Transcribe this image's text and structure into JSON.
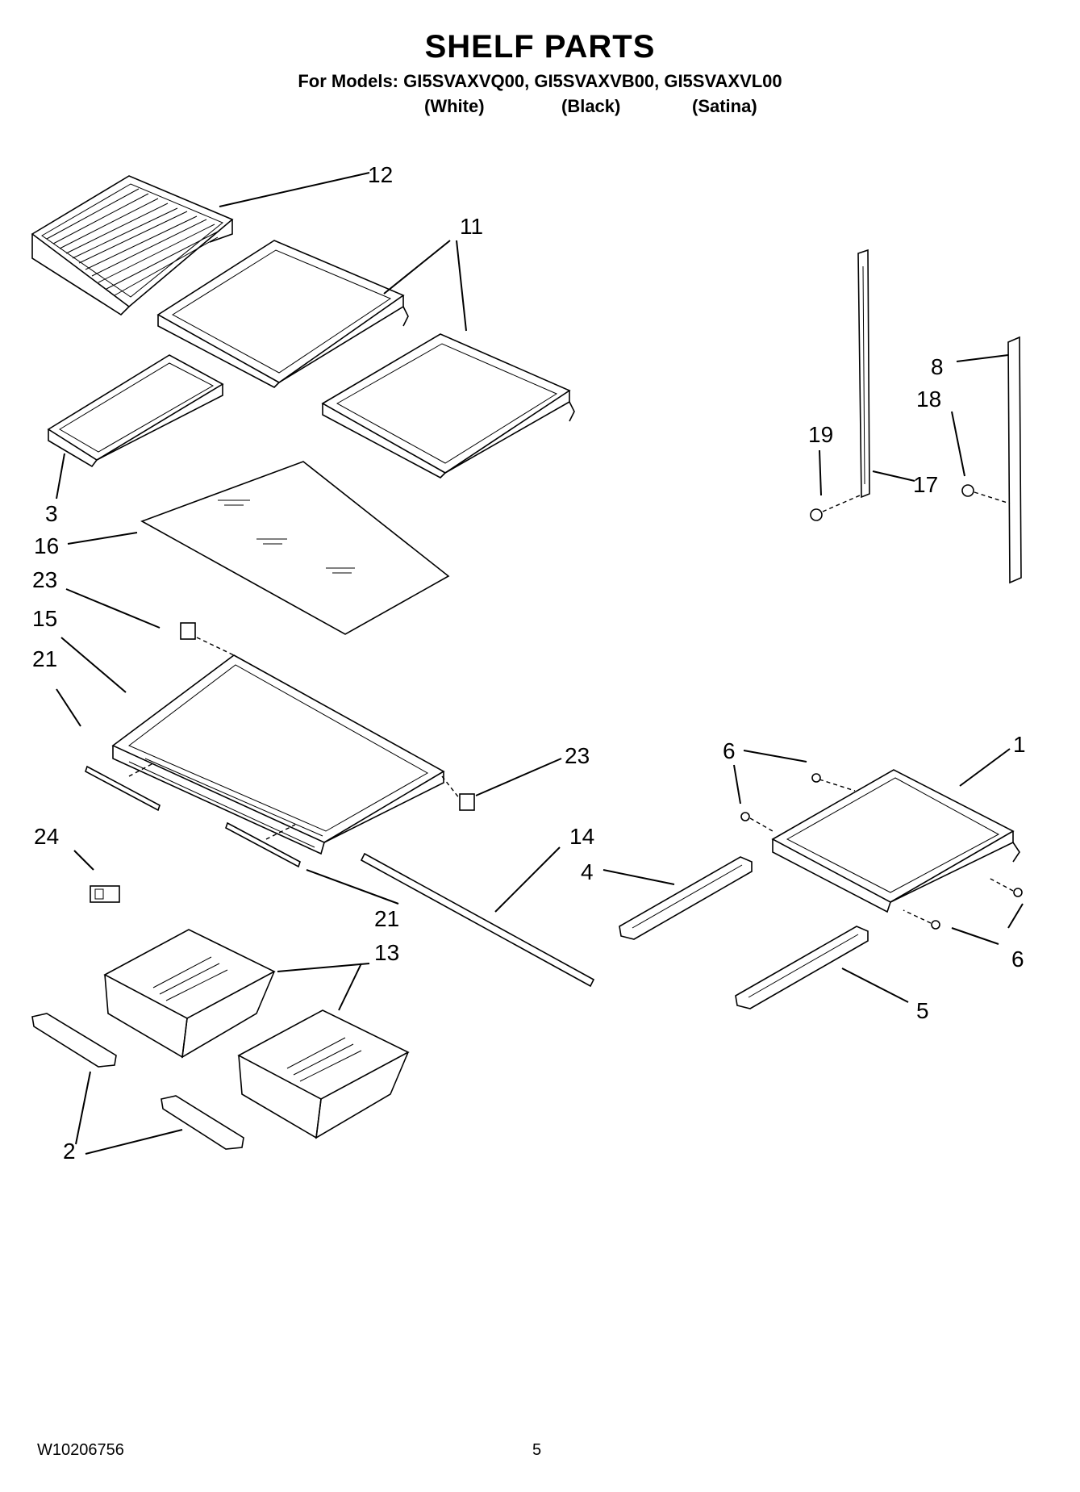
{
  "header": {
    "title": "SHELF PARTS",
    "models_line": "For Models: GI5SVAXVQ00, GI5SVAXVB00, GI5SVAXVL00",
    "colors": [
      "(White)",
      "(Black)",
      "(Satina)"
    ]
  },
  "callouts": {
    "c1": "1",
    "c2": "2",
    "c3": "3",
    "c4": "4",
    "c5": "5",
    "c6a": "6",
    "c6b": "6",
    "c8": "8",
    "c11": "11",
    "c12": "12",
    "c13": "13",
    "c14": "14",
    "c15": "15",
    "c16": "16",
    "c17": "17",
    "c18": "18",
    "c19": "19",
    "c21a": "21",
    "c21b": "21",
    "c23a": "23",
    "c23b": "23",
    "c24": "24"
  },
  "footer": {
    "doc_number": "W10206756",
    "page_number": "5"
  }
}
